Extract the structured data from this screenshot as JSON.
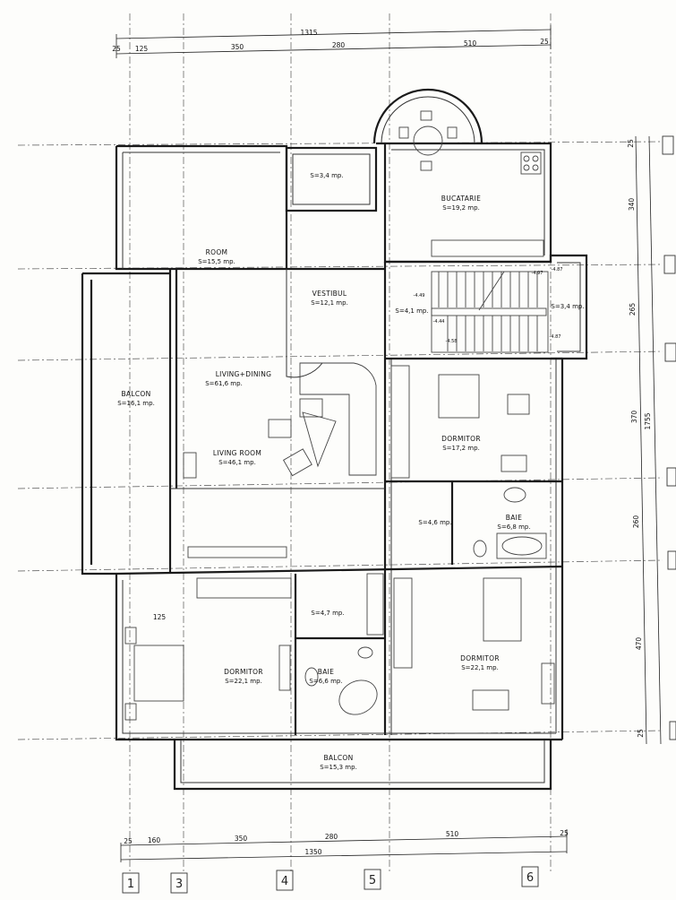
{
  "rooms": {
    "storage_top": {
      "area": "S=3,4 mp."
    },
    "kitchen": {
      "name": "BUCATARIE",
      "area": "S=19,2 mp."
    },
    "room": {
      "name": "ROOM",
      "area": "S=15,5 mp."
    },
    "vestibule": {
      "name": "VESTIBUL",
      "area": "S=12,1 mp."
    },
    "stair_hall": {
      "area": "S=4,1 mp."
    },
    "stair_right": {
      "area": "S=3,4 mp."
    },
    "balcony_west": {
      "name": "BALCON",
      "area": "S=16,1 mp."
    },
    "living_dining": {
      "name": "LIVING+DINING",
      "area": "S=61,6 mp."
    },
    "living_room": {
      "name": "LIVING ROOM",
      "area": "S=46,1 mp."
    },
    "bedroom_1": {
      "name": "DORMITOR",
      "area": "S=17,2 mp."
    },
    "hall_mid": {
      "area": "S=4,6 mp."
    },
    "bath_1": {
      "name": "BAIE",
      "area": "S=6,8 mp."
    },
    "hall_low": {
      "area": "S=4,7 mp."
    },
    "bedroom_2": {
      "name": "DORMITOR",
      "area": "S=22,1 mp."
    },
    "bath_2": {
      "name": "BAIE",
      "area": "S=6,6 mp."
    },
    "bedroom_3": {
      "name": "DORMITOR",
      "area": "S=22,1 mp."
    },
    "balcony_south": {
      "name": "BALCON",
      "area": "S=15,3 mp."
    }
  },
  "stair_levels": [
    "-4.49",
    "-4.44",
    "-4.58",
    "-4.97",
    "-4.87",
    "-4.87"
  ],
  "dimensions": {
    "top": {
      "segments": [
        "25",
        "125",
        "350",
        "280",
        "510",
        "25"
      ],
      "total": "1315"
    },
    "bottom": {
      "segments": [
        "25",
        "160",
        "350",
        "280",
        "510",
        "25"
      ],
      "total": "1350"
    },
    "right": {
      "segments": [
        "25",
        "340",
        "265",
        "370",
        "260",
        "470",
        "25"
      ],
      "total": "1755"
    },
    "inner": "125"
  },
  "axes": {
    "bottom": [
      "1",
      "3",
      "4",
      "5",
      "6"
    ]
  }
}
